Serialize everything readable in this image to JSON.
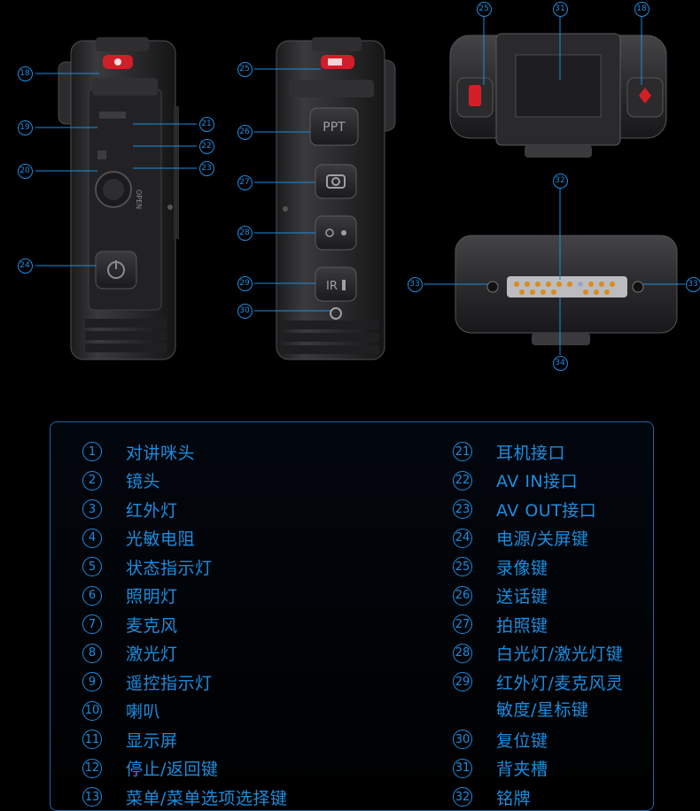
{
  "callouts": {
    "c18a": "18",
    "c19": "19",
    "c20": "20",
    "c21": "21",
    "c22": "22",
    "c23": "23",
    "c24": "24",
    "c25a": "25",
    "c26": "26",
    "c27": "27",
    "c28": "28",
    "c29": "29",
    "c30": "30",
    "c25b": "25",
    "c31": "31",
    "c18b": "18",
    "c32": "32",
    "c33a": "33",
    "c33b": "33",
    "c34": "34"
  },
  "device_text": {
    "ppt": "PPT",
    "ir": "IR",
    "open": "OPEN"
  },
  "legend": {
    "left": [
      {
        "num": "1",
        "label": "对讲咪头"
      },
      {
        "num": "2",
        "label": "镜头"
      },
      {
        "num": "3",
        "label": "红外灯"
      },
      {
        "num": "4",
        "label": "光敏电阻"
      },
      {
        "num": "5",
        "label": "状态指示灯"
      },
      {
        "num": "6",
        "label": "照明灯"
      },
      {
        "num": "7",
        "label": "麦克风"
      },
      {
        "num": "8",
        "label": "激光灯"
      },
      {
        "num": "9",
        "label": "遥控指示灯"
      },
      {
        "num": "10",
        "label": "喇叭"
      },
      {
        "num": "11",
        "label": "显示屏"
      },
      {
        "num": "12",
        "label": "停止/返回键"
      },
      {
        "num": "13",
        "label": "菜单/菜单选项选择键"
      }
    ],
    "right": [
      {
        "num": "21",
        "label": "耳机接口"
      },
      {
        "num": "22",
        "label": "AV IN接口"
      },
      {
        "num": "23",
        "label": "AV OUT接口"
      },
      {
        "num": "24",
        "label": "电源/关屏键"
      },
      {
        "num": "25",
        "label": "录像键"
      },
      {
        "num": "26",
        "label": "送话键"
      },
      {
        "num": "27",
        "label": "拍照键"
      },
      {
        "num": "28",
        "label": "白光灯/激光灯键"
      },
      {
        "num": "29",
        "label": "红外灯/麦克风灵"
      },
      {
        "num": "30",
        "label": "复位键"
      },
      {
        "num": "31",
        "label": "背夹槽"
      },
      {
        "num": "32",
        "label": "铭牌"
      }
    ],
    "right_29_continuation": "敏度/星标键"
  },
  "colors": {
    "accent": "#1c8de0",
    "border": "#1f63ad",
    "background": "#000000",
    "record_red": "#e0202a"
  }
}
